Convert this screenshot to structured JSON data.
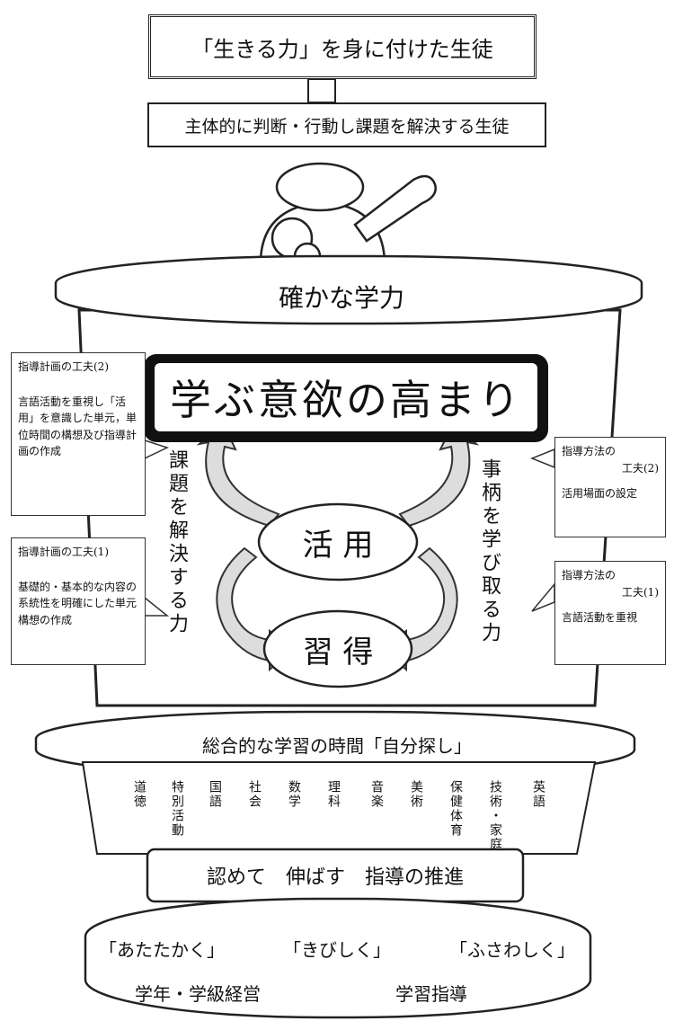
{
  "top_goal": "「生きる力」を身に付けた生徒",
  "sub_goal": "主体的に判断・行動し課題を解決する生徒",
  "cup_title": "確かな学力",
  "center_banner": "学ぶ意欲の高まり",
  "left_vertical": "課題を解決する力",
  "right_vertical": "事柄を学び取る力",
  "katsuyou": "活 用",
  "shuutoku": "習 得",
  "left_box_2": {
    "title": "指導計画の工夫(2)",
    "body": "言語活動を重視し「活用」を意識した単元，単位時間の構想及び指導計画の作成"
  },
  "left_box_1": {
    "title": "指導計画の工夫(1)",
    "body": "基礎的・基本的な内容の系統性を明確にした単元構想の作成"
  },
  "right_box_2": {
    "title_line1": "指導方法の",
    "title_line2": "工夫(2)",
    "body": "活用場面の設定"
  },
  "right_box_1": {
    "title_line1": "指導方法の",
    "title_line2": "工夫(1)",
    "body": "言語活動を重視"
  },
  "sougou": "総合的な学習の時間「自分探し」",
  "subjects": [
    "道徳",
    "特別活動",
    "国語",
    "社会",
    "数学",
    "理科",
    "音楽",
    "美術",
    "保健体育",
    "技術・家庭",
    "英語"
  ],
  "mitomete": "認めて　伸ばす　指導の推進",
  "base_attitudes": [
    "「あたたかく」",
    "「きびしく」",
    "「ふさわしく」"
  ],
  "base_left": "学年・学級経営",
  "base_right": "学習指導"
}
